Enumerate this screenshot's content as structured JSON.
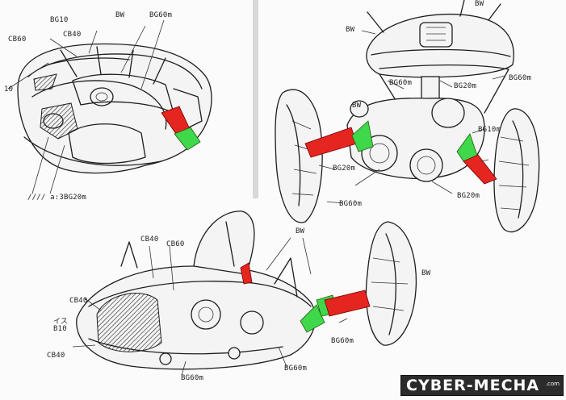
{
  "colors": {
    "accent_red": "#e42520",
    "accent_green": "#3fd84a",
    "ink": "#1d1d1d",
    "paper": "#fbfbfb"
  },
  "panel_top_left": {
    "labels": {
      "bg10": "BG10",
      "bw": "BW",
      "bg60": "BG60m",
      "cb60": "CB60",
      "cb40": "CB40",
      "ten": "10",
      "legend": "//// a:3BG20m"
    }
  },
  "panel_top_right": {
    "labels": {
      "bw_top": "BW",
      "bw_top2": "BW",
      "bg60_mid": "BG60m",
      "bg20_mid": "BG20m",
      "bg60_right": "BG60m",
      "bw_mid": "BW",
      "bg20_left": "BG20m",
      "bg60_left": "BG60m",
      "bg10_right": "BG10m",
      "bg20_right": "BG20m"
    }
  },
  "panel_bottom": {
    "labels": {
      "cb40_top": "CB40",
      "cb60_top": "CB60",
      "bw_top": "BW",
      "bw_right": "BW",
      "cb40_left": "CB40",
      "isu": "イス",
      "b10": "B10",
      "cb40_bottom": "CB40",
      "bg60_bottom": "BG60m",
      "bg60_center": "BG60m",
      "bg60_right": "BG60m"
    }
  },
  "watermark": {
    "text": "CYBER-MECHA",
    "suffix": ".com"
  }
}
